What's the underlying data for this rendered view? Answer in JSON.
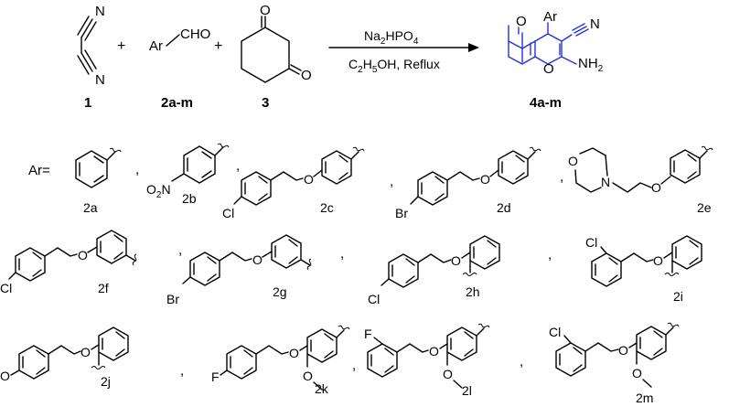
{
  "reaction": {
    "reactant_1": {
      "label": "1",
      "atom_n_top": "N",
      "atom_n_bottom": "N"
    },
    "reactant_2": {
      "label": "2a-m",
      "ar": "Ar",
      "group": "CHO"
    },
    "reactant_3": {
      "label": "3",
      "atom_o_top": "O",
      "atom_o_bottom": "O"
    },
    "plus_signs": [
      "+",
      "+"
    ],
    "conditions": {
      "reagent": "Na2HPO4",
      "reagent_base": "Na",
      "reagent_sub1": "2",
      "reagent_mid": "HPO",
      "reagent_sub2": "4",
      "solvent_c": "C",
      "solvent_sub1": "2",
      "solvent_h": "H",
      "solvent_sub2": "5",
      "solvent_rest": "OH, Reflux"
    },
    "product": {
      "label": "4a-m",
      "ar": "Ar",
      "atom_o_ketone": "O",
      "atom_o_ring": "O",
      "atom_n": "N",
      "nh": "NH",
      "nh_sub": "2"
    }
  },
  "ar_prefix": "Ar=",
  "separator": ",",
  "substituents": [
    {
      "label": "2a"
    },
    {
      "label": "2b",
      "group": "O2N",
      "group_o": "O",
      "group_sub": "2",
      "group_n": "N"
    },
    {
      "label": "2c",
      "halogen": "Cl",
      "o": "O"
    },
    {
      "label": "2d",
      "halogen": "Br",
      "o": "O"
    },
    {
      "label": "2e",
      "ring_o": "O",
      "ring_n": "N",
      "o": "O"
    },
    {
      "label": "2f",
      "halogen": "Cl",
      "o": "O"
    },
    {
      "label": "2g",
      "halogen": "Br",
      "o": "O"
    },
    {
      "label": "2h",
      "halogen": "Cl",
      "o": "O"
    },
    {
      "label": "2i",
      "halogen": "Cl",
      "o": "O"
    },
    {
      "label": "2j",
      "o_methoxy": "O",
      "o": "O"
    },
    {
      "label": "2k",
      "halogen": "F",
      "o": "O",
      "o_methoxy": "O"
    },
    {
      "label": "2l",
      "halogen": "F",
      "o": "O",
      "o_methoxy": "O"
    },
    {
      "label": "2m",
      "halogen": "Cl",
      "o": "O",
      "o_methoxy": "O"
    }
  ],
  "colors": {
    "product": "#2233dd",
    "ink": "#000000"
  }
}
